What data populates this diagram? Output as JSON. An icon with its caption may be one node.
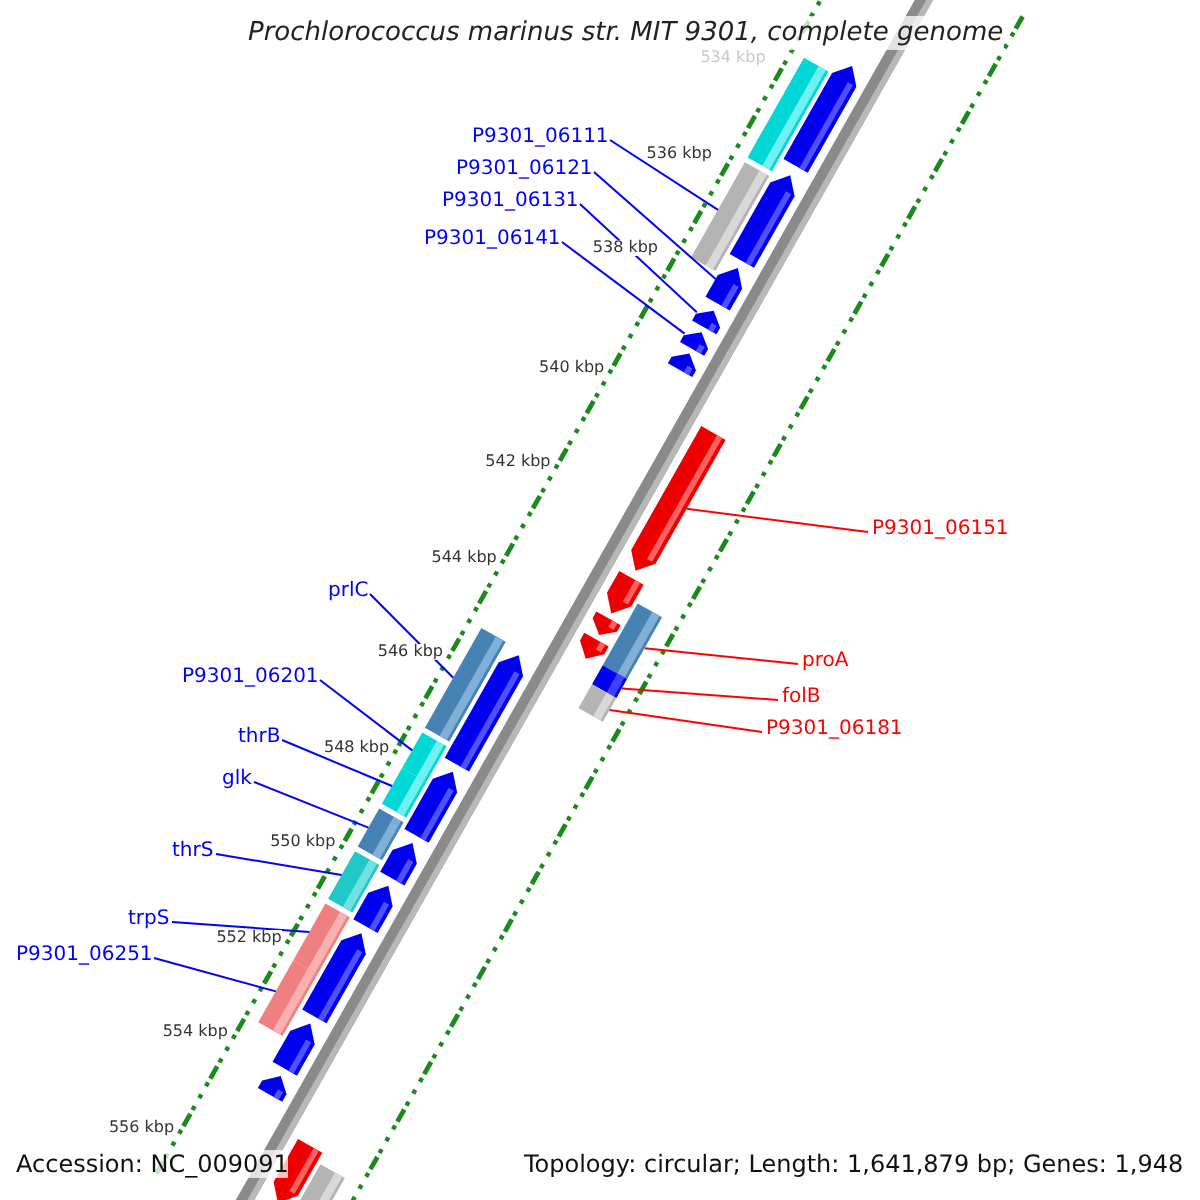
{
  "diagram": {
    "title": "Prochlorococcus marinus str. MIT 9301, complete genome",
    "nodes": [
      {
        "text": [
          "P9301_06111"
        ]
      },
      {
        "text": [
          "P9301_06121"
        ]
      },
      {
        "text": [
          "P9301_06131"
        ]
      },
      {
        "text": [
          "P9301_06141"
        ]
      },
      {
        "text": [
          "P9301_06151"
        ]
      },
      {
        "text": [
          "prlC"
        ]
      },
      {
        "text": [
          "proA"
        ]
      },
      {
        "text": [
          "folB"
        ]
      },
      {
        "text": [
          "P9301_06181"
        ]
      },
      {
        "text": [
          "P9301_06201"
        ]
      },
      {
        "text": [
          "thrB"
        ]
      },
      {
        "text": [
          "glk"
        ]
      },
      {
        "text": [
          "thrS"
        ]
      },
      {
        "text": [
          "trpS"
        ]
      },
      {
        "text": [
          "P9301_06251"
        ]
      },
      {
        "text": [],
        "shape": "box"
      },
      {
        "text": [],
        "shape": "box"
      },
      {
        "text": [],
        "shape": "box"
      },
      {
        "text": [],
        "shape": "box"
      },
      {
        "text": [],
        "shape": "box"
      },
      {
        "text": [],
        "shape": "box"
      },
      {
        "text": [],
        "shape": "box"
      },
      {
        "text": [],
        "shape": "box"
      },
      {
        "text": [],
        "shape": "box"
      },
      {
        "text": [],
        "shape": "box"
      },
      {
        "text": [],
        "shape": "box"
      },
      {
        "text": [],
        "shape": "box"
      },
      {
        "text": [],
        "shape": "box"
      },
      {
        "text": [],
        "shape": "box"
      },
      {
        "text": [],
        "shape": "box"
      },
      {
        "text": [],
        "shape": "box"
      },
      {
        "text": [],
        "shape": "box"
      },
      {
        "text": [],
        "shape": "box"
      },
      {
        "text": [],
        "shape": "box"
      },
      {
        "text": [],
        "shape": "box"
      },
      {
        "text": [],
        "shape": "box"
      },
      {
        "text": [],
        "shape": "box"
      },
      {
        "text": [],
        "shape": "box"
      },
      {
        "text": [],
        "shape": "box"
      },
      {
        "text": [],
        "shape": "box"
      },
      {
        "text": [],
        "shape": "box"
      },
      {
        "text": [],
        "shape": "box"
      },
      {
        "text": [],
        "shape": "box"
      },
      {
        "text": [],
        "shape": "box"
      },
      {
        "text": [],
        "shape": "box"
      },
      {
        "text": [],
        "shape": "box"
      }
    ],
    "edges": [
      {
        "from": 0,
        "to": 18,
        "arrow": "none"
      },
      {
        "from": 1,
        "to": 19,
        "arrow": "none"
      },
      {
        "from": 2,
        "to": 20,
        "arrow": "none"
      },
      {
        "from": 3,
        "to": 21,
        "arrow": "none"
      },
      {
        "from": 4,
        "to": 23,
        "arrow": "none",
        "color": "#ff0000"
      },
      {
        "from": 5,
        "to": 30,
        "arrow": "none"
      },
      {
        "from": 6,
        "to": 25,
        "arrow": "none",
        "color": "#ff0000"
      },
      {
        "from": 7,
        "to": 28,
        "arrow": "none",
        "color": "#ff0000"
      },
      {
        "from": 8,
        "to": 29,
        "arrow": "none",
        "color": "#ff0000"
      },
      {
        "from": 9,
        "to": 32,
        "arrow": "none"
      },
      {
        "from": 10,
        "to": 34,
        "arrow": "none"
      },
      {
        "from": 11,
        "to": 35,
        "arrow": "none"
      },
      {
        "from": 12,
        "to": 37,
        "arrow": "none"
      },
      {
        "from": 13,
        "to": 39,
        "arrow": "none"
      },
      {
        "from": 14,
        "to": 41,
        "arrow": "none"
      }
    ],
    "labels": [
      "534 kbp",
      "536 kbp",
      "538 kbp",
      "540 kbp",
      "542 kbp",
      "544 kbp",
      "546 kbp",
      "548 kbp",
      "550 kbp",
      "552 kbp",
      "554 kbp",
      "556 kbp",
      "Accession: NC_009091",
      "Topology: circular; Length: 1,641,879 bp; Genes: 1,948"
    ]
  }
}
